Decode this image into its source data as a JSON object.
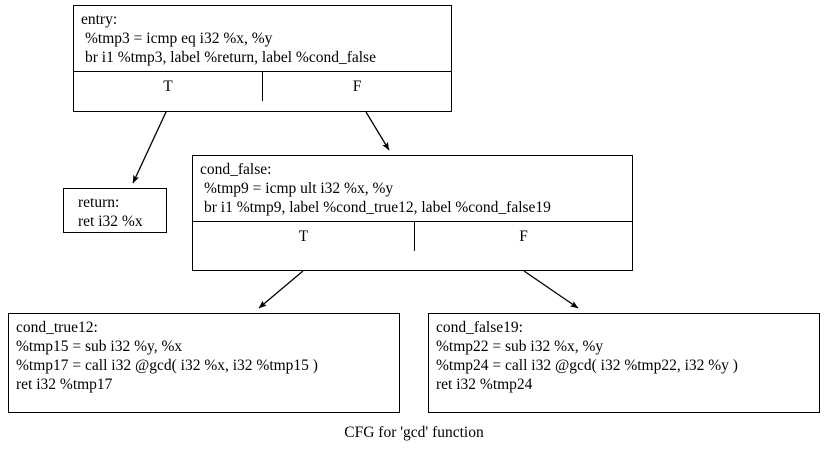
{
  "graph": {
    "caption": "CFG for 'gcd' function",
    "colors": {
      "node_border": "#000000",
      "node_fill": "#ffffff",
      "edge": "#000000",
      "text": "#000000",
      "background": "#ffffff"
    }
  },
  "nodes": {
    "entry": {
      "id": "entry",
      "label": "entry:",
      "statements": [
        "%tmp3 = icmp eq i32 %x, %y",
        "br i1 %tmp3, label %return, label %cond_false"
      ],
      "ports": {
        "true_label": "T",
        "false_label": "F"
      }
    },
    "return": {
      "id": "return",
      "label": "return:",
      "statements": [
        "ret i32 %x"
      ]
    },
    "cond_false": {
      "id": "cond_false",
      "label": "cond_false:",
      "statements": [
        "%tmp9 = icmp ult i32 %x, %y",
        "br i1 %tmp9, label %cond_true12, label %cond_false19"
      ],
      "ports": {
        "true_label": "T",
        "false_label": "F"
      }
    },
    "cond_true12": {
      "id": "cond_true12",
      "label": "cond_true12:",
      "statements": [
        "%tmp15 = sub i32 %y, %x",
        "%tmp17 = call i32 @gcd( i32 %x, i32 %tmp15 )",
        "ret i32 %tmp17"
      ]
    },
    "cond_false19": {
      "id": "cond_false19",
      "label": "cond_false19:",
      "statements": [
        "%tmp22 = sub i32 %x, %y",
        "%tmp24 = call i32 @gcd( i32 %tmp22, i32 %y )",
        "ret i32 %tmp24"
      ]
    }
  },
  "edges": [
    {
      "from": "entry",
      "from_port": "T",
      "to": "return"
    },
    {
      "from": "entry",
      "from_port": "F",
      "to": "cond_false"
    },
    {
      "from": "cond_false",
      "from_port": "T",
      "to": "cond_true12"
    },
    {
      "from": "cond_false",
      "from_port": "F",
      "to": "cond_false19"
    }
  ]
}
